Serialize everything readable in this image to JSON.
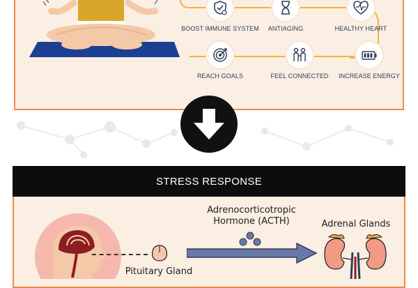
{
  "benefits": {
    "row1": [
      {
        "label": "BOOST IMMUNE SYSTEM",
        "icon": "shield-heart-icon"
      },
      {
        "label": "ANTIAGING",
        "icon": "hourglass-icon"
      },
      {
        "label": "HEALTHY HEART",
        "icon": "heartbeat-icon"
      }
    ],
    "row2": [
      {
        "label": "REACH GOALS",
        "icon": "target-icon"
      },
      {
        "label": "FEEL CONNECTED",
        "icon": "people-icon"
      },
      {
        "label": "INCREASE ENERGY",
        "icon": "battery-icon"
      }
    ]
  },
  "stress": {
    "title": "STRESS RESPONSE",
    "hormone_line1": "Adrenocorticotropic",
    "hormone_line2": "Hormone (ACTH)",
    "adrenal_label": "Adrenal Glands",
    "pituitary_label": "Pituitary Gland"
  },
  "colors": {
    "panel_bg": "#fbeee2",
    "panel_border": "#ef8a4b",
    "flow_line": "#f3b338",
    "icon_blue": "#2f3e5a",
    "mat_blue": "#1b3f93",
    "arrow_purple": "#6a78a8"
  }
}
